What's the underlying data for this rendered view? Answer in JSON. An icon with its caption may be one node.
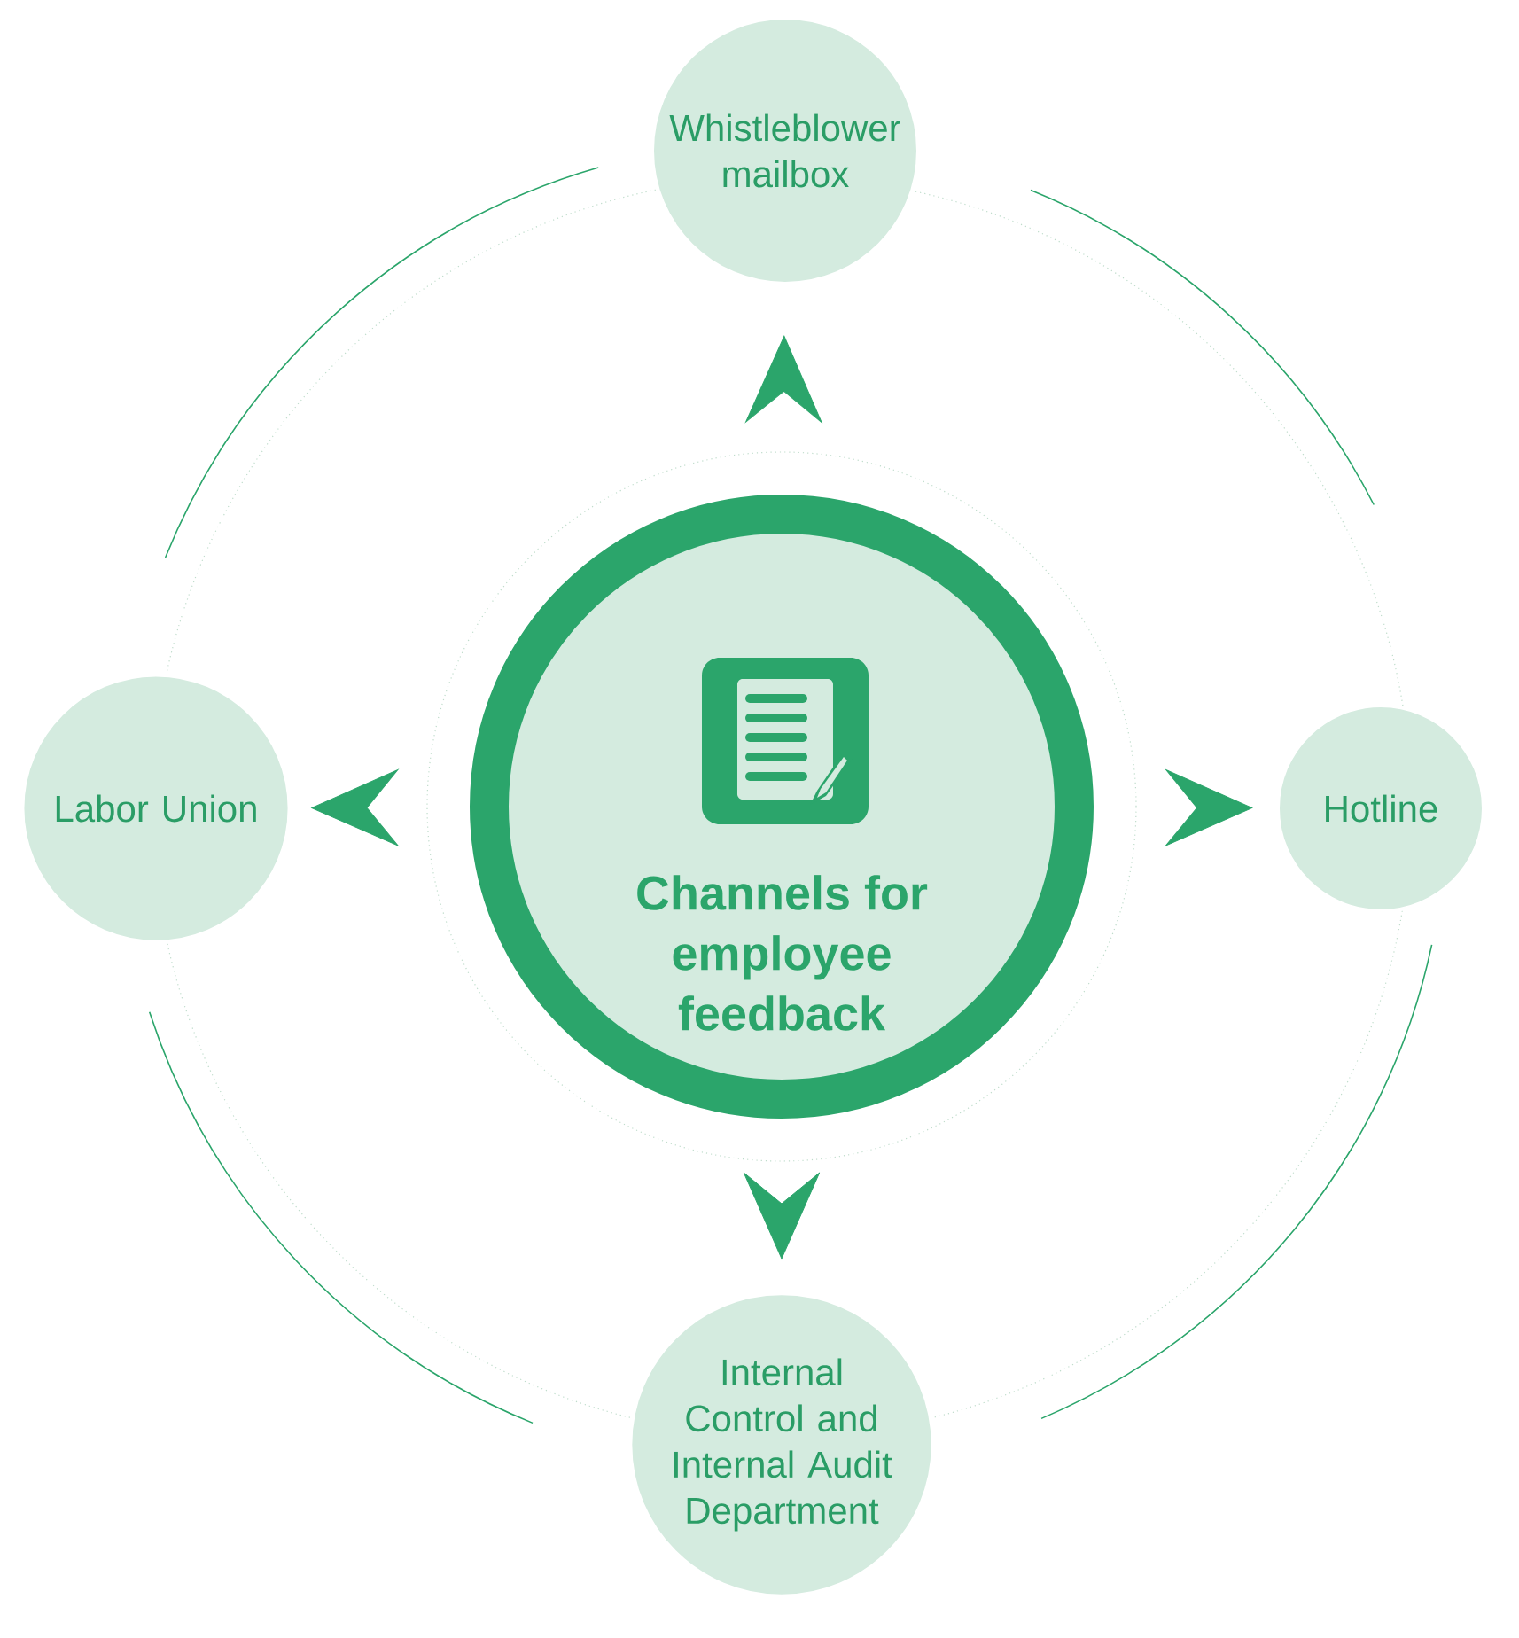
{
  "diagram": {
    "nodes": [
      {
        "text": [
          "Channels for employee feedback"
        ]
      },
      {
        "text": [
          "Whistleblower mailbox"
        ]
      },
      {
        "text": [
          "Labor Union"
        ]
      },
      {
        "text": [
          "Hotline"
        ]
      },
      {
        "text": [
          "Internal Control and Internal Audit Department"
        ]
      }
    ],
    "edges": [
      {
        "from": 0,
        "to": 1,
        "arrow": "to"
      },
      {
        "from": 0,
        "to": 2,
        "arrow": "to"
      },
      {
        "from": 0,
        "to": 3,
        "arrow": "to"
      },
      {
        "from": 0,
        "to": 4,
        "arrow": "to"
      }
    ]
  }
}
